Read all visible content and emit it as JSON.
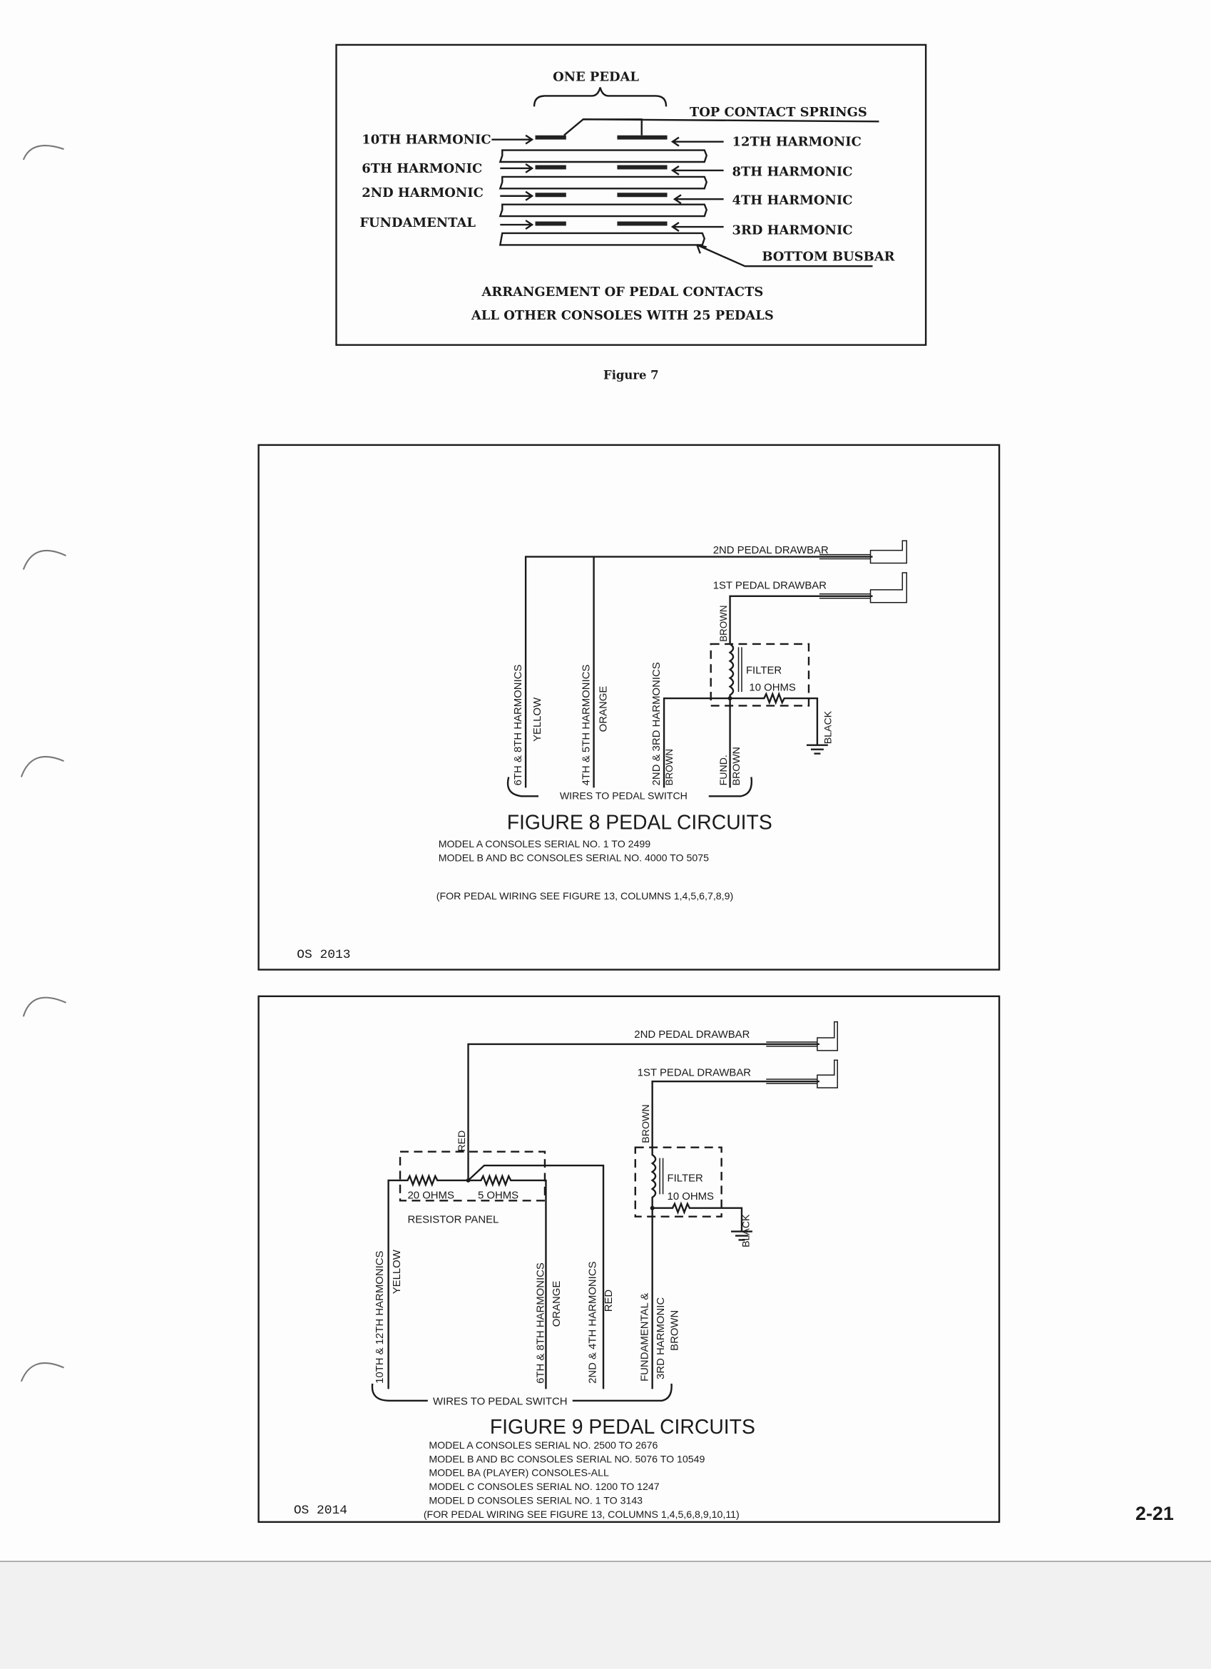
{
  "figure7": {
    "one_pedal": "ONE PEDAL",
    "top_contact_springs": "TOP CONTACT SPRINGS",
    "left_labels": [
      "10TH HARMONIC",
      "6TH HARMONIC",
      "2ND HARMONIC",
      "FUNDAMENTAL"
    ],
    "right_labels": [
      "12TH HARMONIC",
      "8TH HARMONIC",
      "4TH HARMONIC",
      "3RD HARMONIC"
    ],
    "bottom_busbar": "BOTTOM BUSBAR",
    "caption_line1": "ARRANGEMENT OF PEDAL CONTACTS",
    "caption_line2": "ALL OTHER CONSOLES WITH 25 PEDALS",
    "figure_label": "Figure 7"
  },
  "figure8": {
    "drawbar2": "2ND PEDAL DRAWBAR",
    "drawbar1": "1ST PEDAL DRAWBAR",
    "wire1_label": "6TH & 8TH HARMONICS",
    "wire1_color": "YELLOW",
    "wire2_label": "4TH & 5TH HARMONICS",
    "wire2_color": "ORANGE",
    "wire3_label": "2ND & 3RD HARMONICS",
    "wire3_color": "BROWN",
    "wire4_label": "FUND.",
    "wire4_color": "BROWN",
    "top_brown": "BROWN",
    "filter": "FILTER",
    "ohms": "10 OHMS",
    "black": "BLACK",
    "wires_to_switch": "WIRES TO PEDAL SWITCH",
    "title": "FIGURE 8 PEDAL CIRCUITS",
    "models": [
      "MODEL A CONSOLES SERIAL NO. 1 TO 2499",
      "MODEL B AND BC CONSOLES SERIAL NO. 4000 TO 5075"
    ],
    "wiring_note": "(FOR PEDAL WIRING SEE FIGURE 13, COLUMNS 1,4,5,6,7,8,9)",
    "code": "OS 2013"
  },
  "figure9": {
    "drawbar2": "2ND PEDAL DRAWBAR",
    "drawbar1": "1ST PEDAL DRAWBAR",
    "red_top": "RED",
    "r20": "20 OHMS",
    "r5": "5 OHMS",
    "resistor_panel": "RESISTOR PANEL",
    "wire1_label": "10TH & 12TH HARMONICS",
    "wire1_color": "YELLOW",
    "wire2_label": "6TH & 8TH HARMONICS",
    "wire2_color": "ORANGE",
    "wire3_label": "2ND & 4TH HARMONICS",
    "wire3_color": "RED",
    "wire4_label1": "FUNDAMENTAL &",
    "wire4_label2": "3RD HARMONIC",
    "wire4_color": "BROWN",
    "top_brown": "BROWN",
    "filter": "FILTER",
    "ohms": "10 OHMS",
    "black": "BLACK",
    "wires_to_switch": "WIRES TO PEDAL SWITCH",
    "title": "FIGURE 9 PEDAL CIRCUITS",
    "models": [
      "MODEL A CONSOLES SERIAL NO. 2500 TO 2676",
      "MODEL B AND BC CONSOLES SERIAL NO. 5076 TO 10549",
      "MODEL BA (PLAYER) CONSOLES-ALL",
      "MODEL C CONSOLES SERIAL NO. 1200 TO 1247",
      "MODEL D CONSOLES SERIAL NO. 1 TO 3143"
    ],
    "wiring_note": "(FOR PEDAL WIRING SEE FIGURE 13, COLUMNS 1,4,5,6,8,9,10,11)",
    "code": "OS 2014"
  },
  "page_number": "2-21"
}
